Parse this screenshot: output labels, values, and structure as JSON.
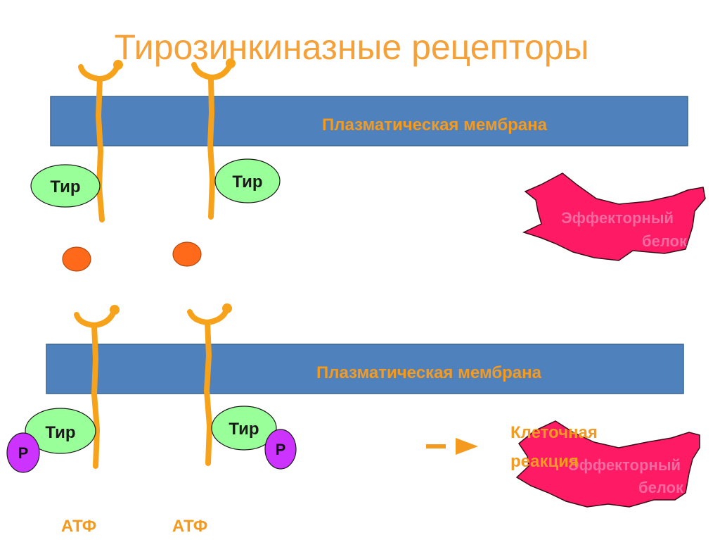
{
  "title": "Тирозинкиназные рецепторы",
  "membrane_label": "Плазматическая мембрана",
  "tyrosine_label": "Тир",
  "phosphate_label": "P",
  "effector_label_line1": "Эффекторный",
  "effector_label_line2": "белок",
  "reaction_line1": "Клеточная",
  "reaction_line2": "реакция",
  "atp_label": "АТФ",
  "colors": {
    "title": "#f5a13a",
    "membrane": "#4f81bd",
    "membrane_text": "#f39a1f",
    "receptor": "#f7a21b",
    "tyrosine_fill": "#99ff99",
    "phosphate_fill": "#cc33ff",
    "ligand": "#ff6a1a",
    "effector": "#ff1a66",
    "arrow": "#f39a1f"
  }
}
